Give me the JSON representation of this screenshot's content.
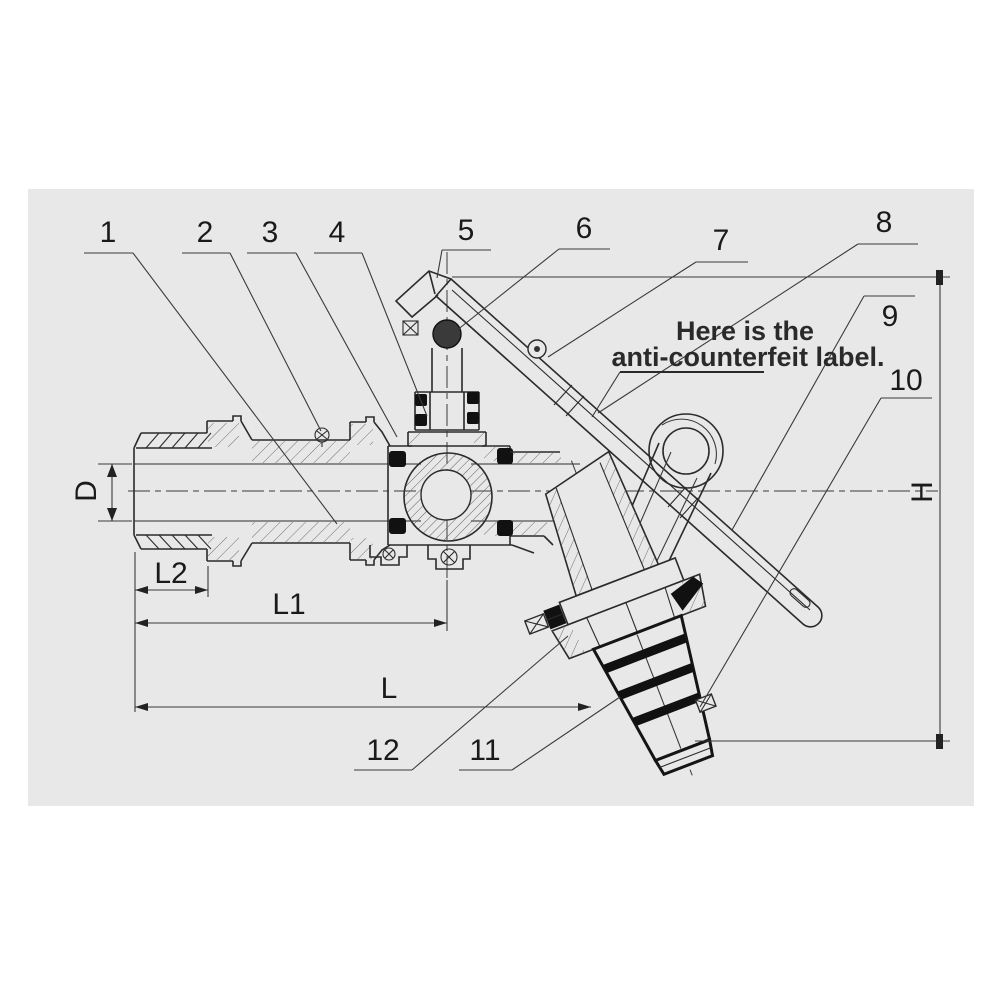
{
  "figure": {
    "title": "angle ball valve cross-section drawing",
    "background_color": "#e8e8e8",
    "line_color": "#2b2b2b"
  },
  "callouts": [
    "1",
    "2",
    "3",
    "4",
    "5",
    "6",
    "7",
    "8",
    "9",
    "10",
    "11",
    "12"
  ],
  "dimensions": {
    "d": "D",
    "l2": "L2",
    "l1": "L1",
    "l": "L",
    "h": "H"
  },
  "note": {
    "line1": "Here is the",
    "line2": "anti-counterfeit label."
  }
}
